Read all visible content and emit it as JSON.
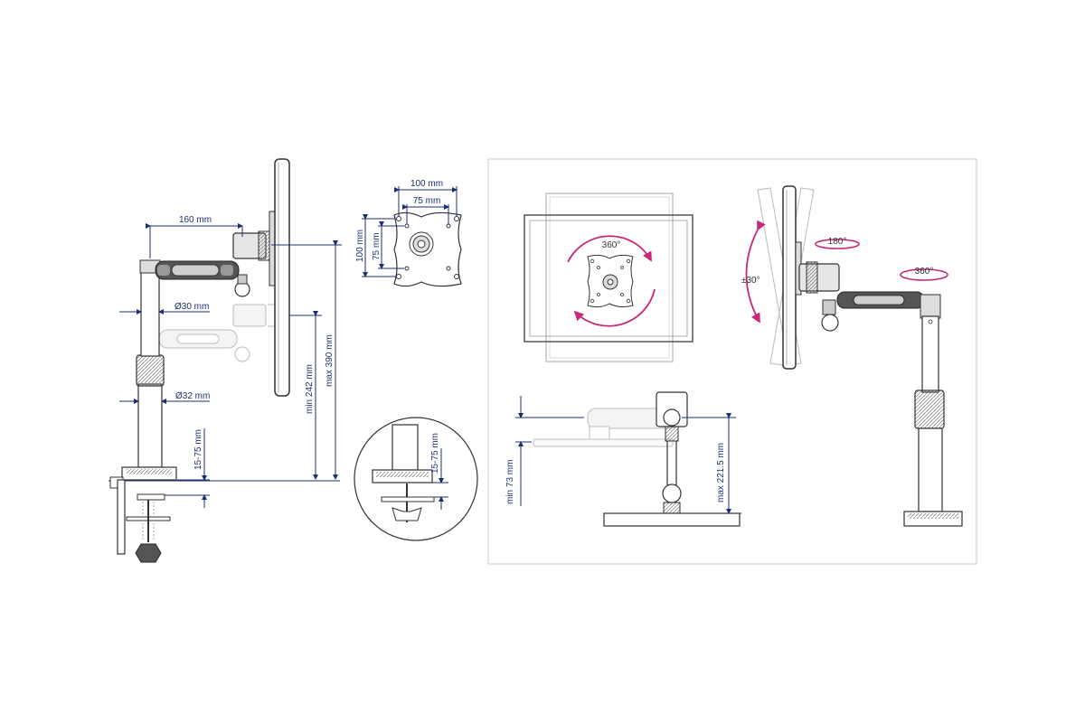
{
  "colors": {
    "dimension_line": "#1d2f6f",
    "rotation_arrow": "#c8287a",
    "outline": "#333333",
    "ghost": "#bdbdbd",
    "panel_border": "#cccccc"
  },
  "side_view": {
    "arm_length": "160 mm",
    "diameter_upper": "Ø30 mm",
    "diameter_lower": "Ø32 mm",
    "height_min": "min 242 mm",
    "height_max": "max 390 mm",
    "clamp_range": "15-75 mm"
  },
  "vesa_plate": {
    "outer_width": "100 mm",
    "inner_width": "75 mm",
    "outer_height": "100 mm",
    "inner_height": "75 mm"
  },
  "clamp_detail": {
    "clamp_range": "15-75 mm"
  },
  "rotation_front": {
    "rotation": "360°"
  },
  "rotation_side": {
    "tilt": "±30°",
    "swivel": "180°",
    "arm_rotation": "360°"
  },
  "top_view": {
    "offset_min": "min 73 mm",
    "offset_max": "max 221.5 mm"
  }
}
